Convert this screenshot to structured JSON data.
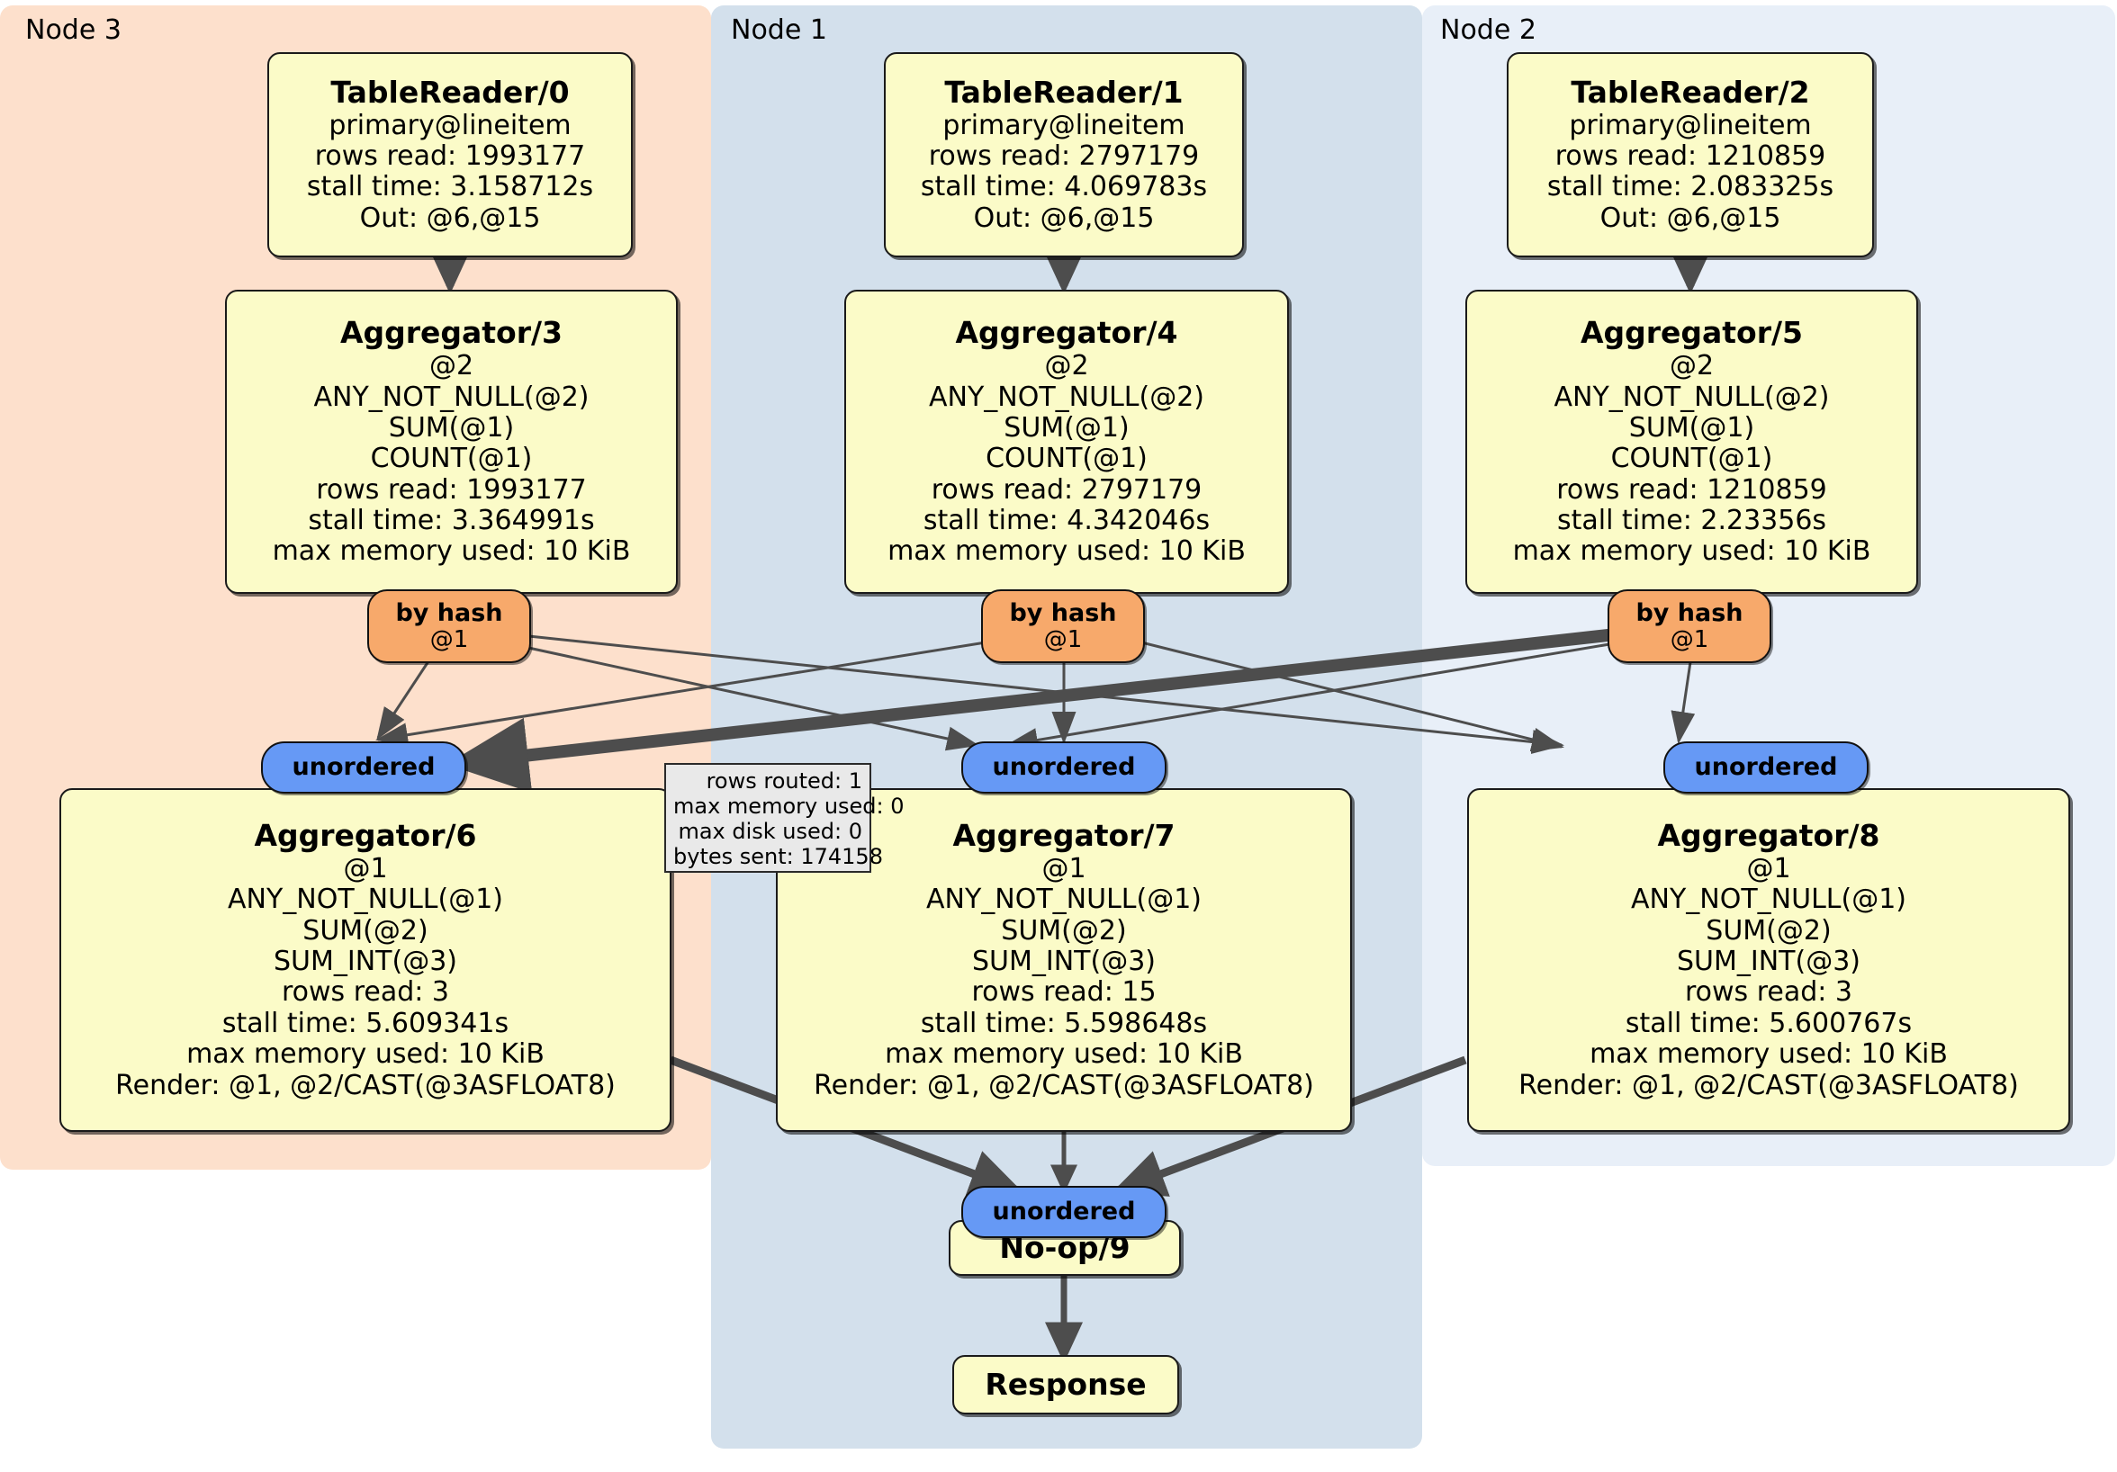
{
  "diagram": {
    "title": "Distributed query execution plan",
    "colors": {
      "node3_panel": "#FDE0CC",
      "node1_panel": "#D3E0EC",
      "node2_panel": "#E8EFF8",
      "processor_fill": "#FBFBC8",
      "hash_router_fill": "#F7A96B",
      "sync_fill": "#6699F5",
      "stats_fill": "#E9E9E9",
      "edge_stroke": "#4D4D4D",
      "border": "#1A1A1A"
    }
  },
  "clusters": [
    {
      "id": "node3",
      "label": "Node 3"
    },
    {
      "id": "node1",
      "label": "Node 1"
    },
    {
      "id": "node2",
      "label": "Node 2"
    }
  ],
  "processors": {
    "tablereader0": {
      "title": "TableReader/0",
      "lines": [
        "primary@lineitem",
        "rows read: 1993177",
        "stall time: 3.158712s",
        "Out: @6,@15"
      ]
    },
    "tablereader1": {
      "title": "TableReader/1",
      "lines": [
        "primary@lineitem",
        "rows read: 2797179",
        "stall time: 4.069783s",
        "Out: @6,@15"
      ]
    },
    "tablereader2": {
      "title": "TableReader/2",
      "lines": [
        "primary@lineitem",
        "rows read: 1210859",
        "stall time: 2.083325s",
        "Out: @6,@15"
      ]
    },
    "aggregator3": {
      "title": "Aggregator/3",
      "lines": [
        "@2",
        "ANY_NOT_NULL(@2)",
        "SUM(@1)",
        "COUNT(@1)",
        "rows read: 1993177",
        "stall time: 3.364991s",
        "max memory used: 10 KiB"
      ]
    },
    "aggregator4": {
      "title": "Aggregator/4",
      "lines": [
        "@2",
        "ANY_NOT_NULL(@2)",
        "SUM(@1)",
        "COUNT(@1)",
        "rows read: 2797179",
        "stall time: 4.342046s",
        "max memory used: 10 KiB"
      ]
    },
    "aggregator5": {
      "title": "Aggregator/5",
      "lines": [
        "@2",
        "ANY_NOT_NULL(@2)",
        "SUM(@1)",
        "COUNT(@1)",
        "rows read: 1210859",
        "stall time: 2.23356s",
        "max memory used: 10 KiB"
      ]
    },
    "aggregator6": {
      "title": "Aggregator/6",
      "lines": [
        "@1",
        "ANY_NOT_NULL(@1)",
        "SUM(@2)",
        "SUM_INT(@3)",
        "rows read: 3",
        "stall time: 5.609341s",
        "max memory used: 10 KiB",
        "Render: @1, @2/CAST(@3ASFLOAT8)"
      ]
    },
    "aggregator7": {
      "title": "Aggregator/7",
      "lines": [
        "@1",
        "ANY_NOT_NULL(@1)",
        "SUM(@2)",
        "SUM_INT(@3)",
        "rows read: 15",
        "stall time: 5.598648s",
        "max memory used: 10 KiB",
        "Render: @1, @2/CAST(@3ASFLOAT8)"
      ]
    },
    "aggregator8": {
      "title": "Aggregator/8",
      "lines": [
        "@1",
        "ANY_NOT_NULL(@1)",
        "SUM(@2)",
        "SUM_INT(@3)",
        "rows read: 3",
        "stall time: 5.600767s",
        "max memory used: 10 KiB",
        "Render: @1, @2/CAST(@3ASFLOAT8)"
      ]
    },
    "noop9": {
      "title": "No-op/9",
      "lines": []
    },
    "response": {
      "title": "Response",
      "lines": []
    }
  },
  "routers": {
    "hash_left": {
      "title": "by hash",
      "sub": "@1"
    },
    "hash_mid": {
      "title": "by hash",
      "sub": "@1"
    },
    "hash_right": {
      "title": "by hash",
      "sub": "@1"
    },
    "sync_left": {
      "title": "unordered",
      "sub": ""
    },
    "sync_mid": {
      "title": "unordered",
      "sub": ""
    },
    "sync_right": {
      "title": "unordered",
      "sub": ""
    },
    "sync_final": {
      "title": "unordered",
      "sub": ""
    }
  },
  "stats_tooltip": {
    "lines": [
      "rows routed: 1",
      "max memory used: 0",
      "max disk used: 0",
      "bytes sent: 174158"
    ]
  }
}
